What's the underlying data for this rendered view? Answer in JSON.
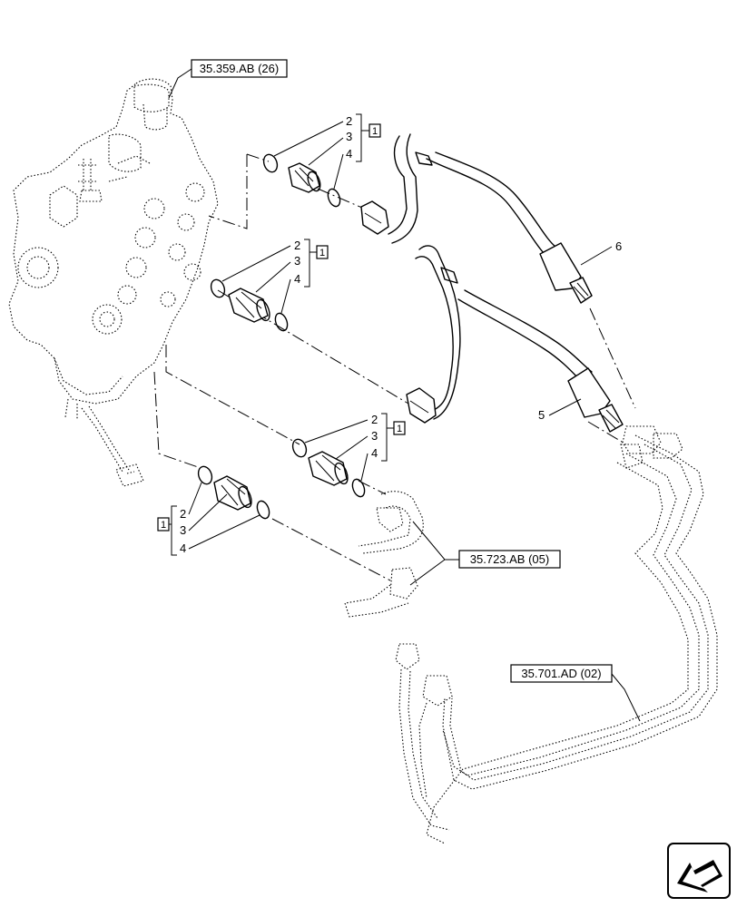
{
  "references": {
    "valve": "35.359.AB (26)",
    "pipes_mid": "35.723.AB (05)",
    "pipes_bottom": "35.701.AD (02)"
  },
  "kit_label": "1",
  "callouts": {
    "oring": "2",
    "fitting": "3",
    "ring": "4",
    "hose_upper": "6",
    "hose_lower": "5"
  },
  "icons": {
    "navigation": "arrow-icon"
  }
}
